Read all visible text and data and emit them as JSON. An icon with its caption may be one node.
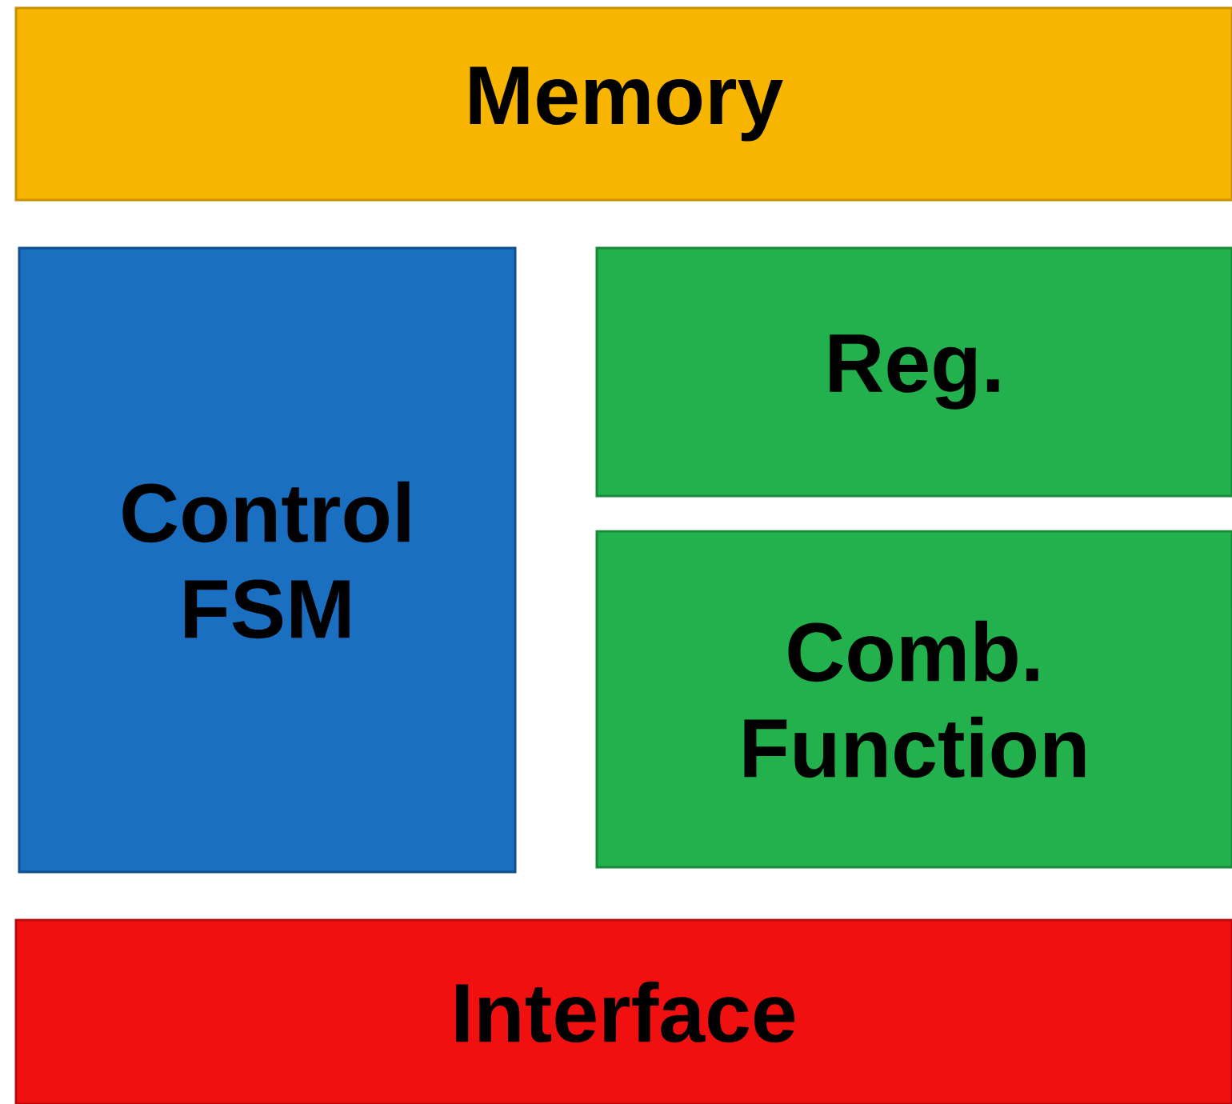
{
  "diagram": {
    "nodes": [
      {
        "text": [
          "Memory"
        ]
      },
      {
        "text": [
          "Control FSM"
        ]
      },
      {
        "text": [
          "Reg."
        ]
      },
      {
        "text": [
          "Comb. Function"
        ]
      },
      {
        "text": [
          "Interface"
        ]
      }
    ]
  }
}
